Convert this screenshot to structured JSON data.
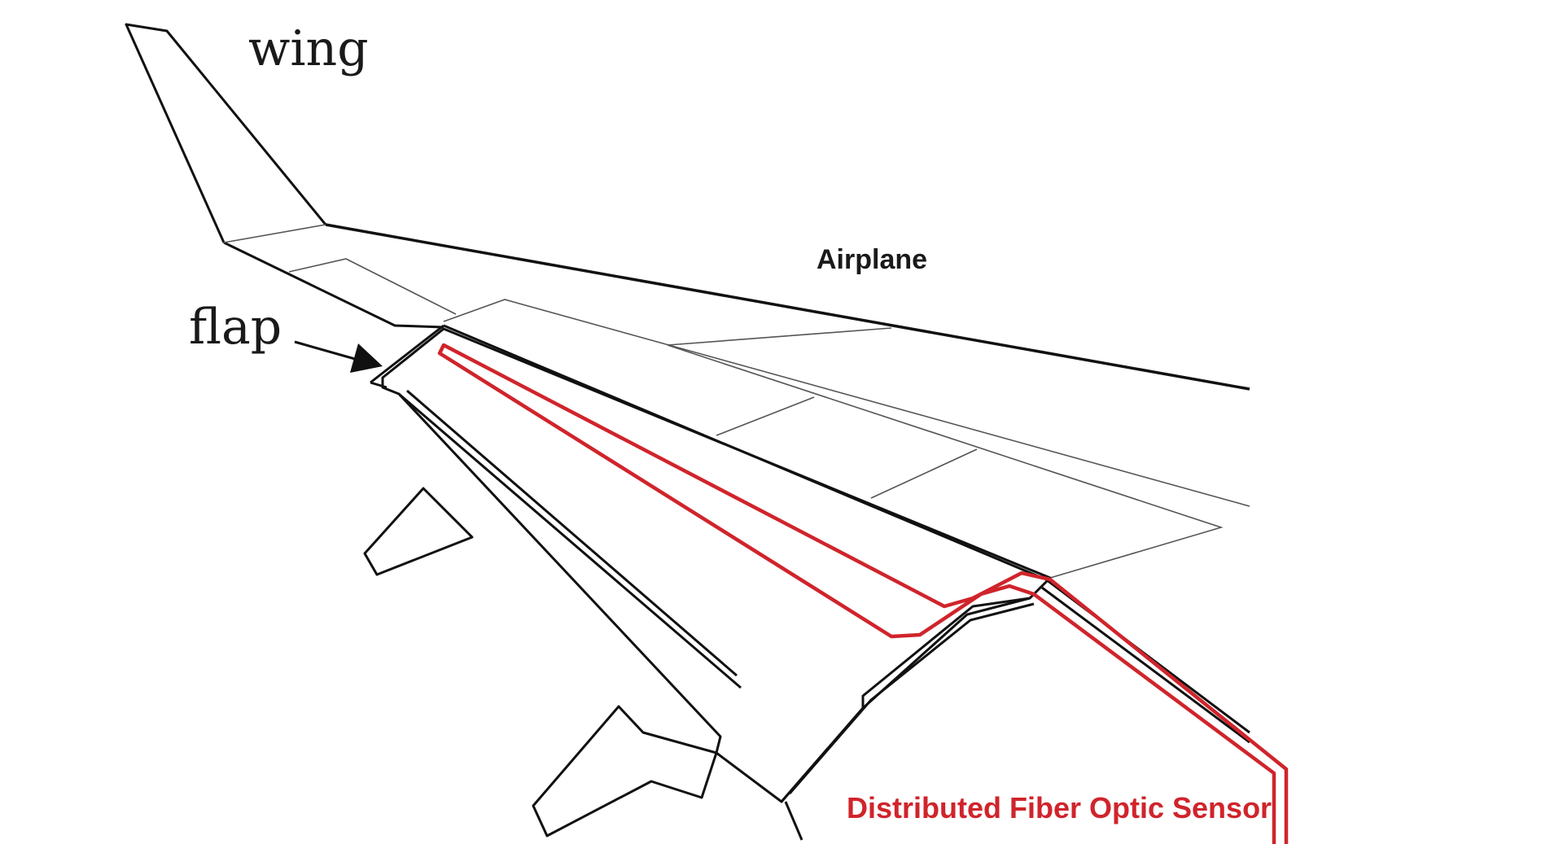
{
  "labels": {
    "wing": "wing",
    "flap": "flap",
    "airplane": "Airplane",
    "sensor": "Distributed Fiber Optic Sensor"
  },
  "colors": {
    "outline": "#111111",
    "thin_line": "#555555",
    "sensor": "#d0242b",
    "background": "#ffffff"
  },
  "icons": {
    "flap_pointer": "arrow-icon"
  }
}
